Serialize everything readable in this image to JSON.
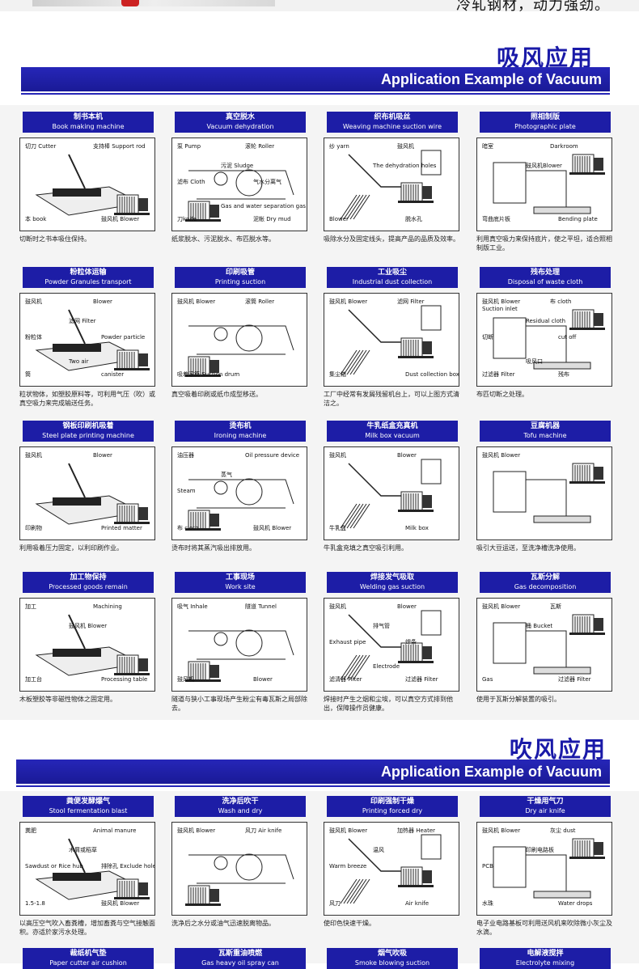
{
  "top_text": "冷轧钢材，动力强劲。",
  "suction": {
    "title_cn": "吸风应用",
    "title_en": "Application Example of Vacuum",
    "items": [
      {
        "cn": "制书本机",
        "en": "Book making machine",
        "labels": [
          "切刀 Cutter",
          "支持棒 Support rod",
          "本 book",
          "鼓风机 Blower"
        ],
        "caption": "切断时之书本吸住保持。"
      },
      {
        "cn": "真空脱水",
        "en": "Vacuum dehydration",
        "labels": [
          "泵 Pump",
          "滚轮 Roller",
          "刀knife",
          "泥帐 Dry mud",
          "污泥 Sludge",
          "滤布 Cloth",
          "气水分离气",
          "Gas and water separation gas"
        ],
        "caption": "纸浆脱水、污泥脱水、布匹脱水等。"
      },
      {
        "cn": "织布机吸丝",
        "en": "Weaving machine suction wire",
        "labels": [
          "纱 yarn",
          "鼓风机",
          "Blower",
          "脱水孔",
          "The dehydration holes"
        ],
        "caption": "吸除水分及固定线头，提高产品的品质及效率。"
      },
      {
        "cn": "照相制版",
        "en": "Photographic plate",
        "labels": [
          "暗室",
          "Darkroom",
          "弯曲底片板",
          "Bending plate",
          "鼓风机Blower"
        ],
        "caption": "利用真空吸力来保持底片，使之平坦，适合照相制版工业。"
      },
      {
        "cn": "粉粒体运输",
        "en": "Powder Granules transport",
        "labels": [
          "鼓风机",
          "Blower",
          "筒",
          "canister",
          "滤网 Filter",
          "粉粒体",
          "Powder particle",
          "Two air"
        ],
        "caption": "粒状物体，如塑胶原料等，可利用气压（吹）或真空吸力来完成输送任务。"
      },
      {
        "cn": "印刷吸管",
        "en": "Printing suction",
        "labels": [
          "鼓风机 Blower",
          "滚筒 Roller",
          "吸着滚筒 Suction drum"
        ],
        "caption": "真空吸着印刷或纸巾成型移送。"
      },
      {
        "cn": "工业吸尘",
        "en": "Industrial dust collection",
        "labels": [
          "鼓风机 Blower",
          "滤网 Filter",
          "集尘箱",
          "Dust collection box"
        ],
        "caption": "工厂中经常有发屑残留机台上，可以上图方式清洁之。"
      },
      {
        "cn": "残布处理",
        "en": "Disposal of waste cloth",
        "labels": [
          "鼓风机 Blower",
          "布 cloth",
          "过滤器 Filter",
          "残布",
          "Residual cloth",
          "切断",
          "cut off",
          "吸风口",
          "Suction inlet"
        ],
        "caption": "布匹切断之处理。"
      },
      {
        "cn": "钢板印刷机吸着",
        "en": "Steel plate printing machine",
        "labels": [
          "鼓风机",
          "Blower",
          "印刷物",
          "Printed matter"
        ],
        "caption": "利用吸着压力固定，以利印刷作业。"
      },
      {
        "cn": "烫布机",
        "en": "Ironing machine",
        "labels": [
          "油压器",
          "Oil pressure device",
          "布 cloth",
          "鼓风机 Blower",
          "蒸气",
          "Steam"
        ],
        "caption": "烫布时将其蒸汽吸出排放用。"
      },
      {
        "cn": "牛乳纸盒充真机",
        "en": "Milk box vacuum",
        "labels": [
          "鼓风机",
          "Blower",
          "牛乳盒",
          "Milk box"
        ],
        "caption": "牛乳盒充填之真空吸引利用。"
      },
      {
        "cn": "豆腐机器",
        "en": "Tofu machine",
        "labels": [
          "鼓风机 Blower"
        ],
        "caption": "吸引大豆运送，至洗净槽洗净使用。"
      },
      {
        "cn": "加工物保持",
        "en": "Processed goods remain",
        "labels": [
          "加工",
          "Machining",
          "加工台",
          "Processing table",
          "鼓风机 Blower"
        ],
        "caption": "木板塑胶等非磁性物体之固定用。"
      },
      {
        "cn": "工事现场",
        "en": "Work site",
        "labels": [
          "吸气 Inhale",
          "隧道 Tunnel",
          "鼓风机",
          "Blower"
        ],
        "caption": "隧道与狭小工事现场产生粉尘有毒瓦斯之局部除去。"
      },
      {
        "cn": "焊接发气吸取",
        "en": "Welding gas suction",
        "labels": [
          "鼓风机",
          "Blower",
          "滤清器 Filter",
          "过滤器 Filter",
          "排气管",
          "Exhaust pipe",
          "焊条",
          "Electrode"
        ],
        "caption": "焊接时产生之烟和尘埃，可以真空方式排到他出，保障操作员健康。"
      },
      {
        "cn": "瓦斯分解",
        "en": "Gas decomposition",
        "labels": [
          "鼓风机 Blower",
          "瓦斯",
          "Gas",
          "过滤器 Filter",
          "桶 Bucket"
        ],
        "caption": "使用于瓦斯分解装置的吸引。"
      }
    ]
  },
  "blowing": {
    "title_cn": "吹风应用",
    "title_en": "Application Example of Vacuum",
    "items": [
      {
        "cn": "粪便发酵爆气",
        "en": "Stool fermentation blast",
        "labels": [
          "粪肥",
          "Animal manure",
          "1.5-1.8",
          "鼓风机 Blower",
          "木屑或稻草",
          "Sawdust or Rice hub",
          "排除孔 Exclude hole"
        ],
        "caption": "以高压空气吹入畜粪槽，增加畜粪与空气接触面积。亦适於家污水处理。"
      },
      {
        "cn": "洗净后吹干",
        "en": "Wash and dry",
        "labels": [
          "鼓风机 Blower",
          "风刀 Air knife"
        ],
        "caption": "洗净后之水分或油气迅速脱离物品。"
      },
      {
        "cn": "印刷强制干燥",
        "en": "Printing forced dry",
        "labels": [
          "鼓风机 Blower",
          "加热器 Heater",
          "风刀",
          "Air knife",
          "温风",
          "Warm breeze"
        ],
        "caption": "使印色快速干燥。"
      },
      {
        "cn": "干燥用气刀",
        "en": "Dry air knife",
        "labels": [
          "鼓风机 Blower",
          "灰尘 dust",
          "水珠",
          "Water drops",
          "印刷电路板",
          "PCB"
        ],
        "caption": "电子业电路基板可利用送风机来吹除微小灰尘及水滴。"
      }
    ],
    "next_row": [
      {
        "cn": "裁纸机气垫",
        "en": "Paper cutter air cushion"
      },
      {
        "cn": "瓦斯重油喷燃",
        "en": "Gas heavy oil spray can"
      },
      {
        "cn": "烟气吹吸",
        "en": "Smoke blowing suction"
      },
      {
        "cn": "电解液搅拌",
        "en": "Electrolyte mixing"
      }
    ]
  }
}
